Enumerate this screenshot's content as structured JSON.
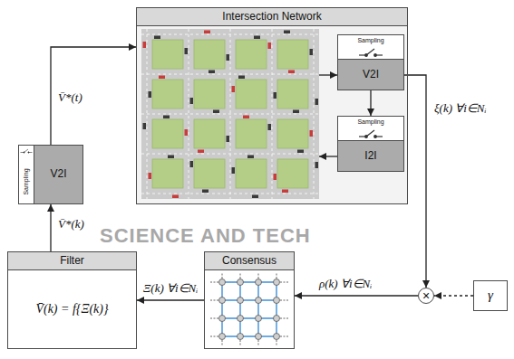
{
  "diagram": {
    "nodes": [
      {
        "text": [
          "Intersection Network"
        ]
      },
      {
        "text": [
          "Sampling",
          "V2I"
        ],
        "in": 0
      },
      {
        "text": [
          "Sampling",
          "I2I"
        ],
        "in": 0
      },
      {
        "text": [
          "Sampling",
          "V2I"
        ]
      },
      {
        "text": [
          "Filter",
          "V̄(k) = f{Ξ(k)}"
        ]
      },
      {
        "text": [
          "Consensus"
        ]
      },
      {
        "text": [
          "×"
        ]
      },
      {
        "text": [
          "γ"
        ]
      }
    ],
    "edges": [
      {
        "from": 3,
        "to": 0,
        "arrow": "to",
        "label": "V̄*(t)"
      },
      {
        "from": 0,
        "to": 1,
        "arrow": "to"
      },
      {
        "from": 1,
        "to": 2,
        "arrow": "to"
      },
      {
        "from": 2,
        "to": 0,
        "arrow": "to"
      },
      {
        "from": 1,
        "to": 6,
        "arrow": "to",
        "label": "ξ(k) ∀i∈Nᵢ"
      },
      {
        "from": 7,
        "to": 6,
        "arrow": "to"
      },
      {
        "from": 6,
        "to": 5,
        "arrow": "to",
        "label": "ρ(k) ∀i∈Nᵢ"
      },
      {
        "from": 5,
        "to": 4,
        "arrow": "to",
        "label": "Ξ(k) ∀i∈Nᵢ"
      },
      {
        "from": 4,
        "to": 3,
        "arrow": "to",
        "label": "V̄*(k)"
      }
    ],
    "labels": [
      "SCIENCE AND TECH"
    ]
  }
}
